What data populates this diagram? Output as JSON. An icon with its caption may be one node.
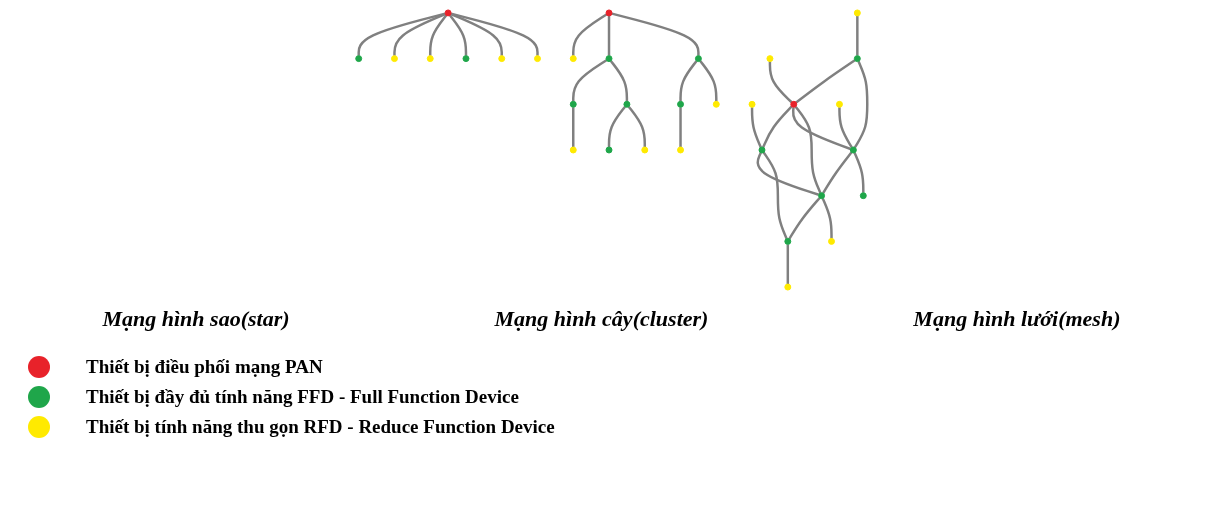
{
  "diagram": {
    "nodes": [
      {
        "text": [],
        "shape": "circle"
      },
      {
        "text": [],
        "shape": "circle"
      },
      {
        "text": [],
        "shape": "circle"
      },
      {
        "text": [],
        "shape": "circle"
      },
      {
        "text": [],
        "shape": "circle"
      },
      {
        "text": [],
        "shape": "circle"
      },
      {
        "text": [],
        "shape": "circle"
      },
      {
        "text": [],
        "shape": "circle"
      },
      {
        "text": [],
        "shape": "circle"
      },
      {
        "text": [],
        "shape": "circle"
      },
      {
        "text": [],
        "shape": "circle"
      },
      {
        "text": [],
        "shape": "circle"
      },
      {
        "text": [],
        "shape": "circle"
      },
      {
        "text": [],
        "shape": "circle"
      },
      {
        "text": [],
        "shape": "circle"
      },
      {
        "text": [],
        "shape": "circle"
      },
      {
        "text": [],
        "shape": "circle"
      },
      {
        "text": [],
        "shape": "circle"
      },
      {
        "text": [],
        "shape": "circle"
      },
      {
        "text": [],
        "shape": "circle"
      },
      {
        "text": [],
        "shape": "circle"
      },
      {
        "text": [],
        "shape": "circle"
      },
      {
        "text": [],
        "shape": "circle"
      },
      {
        "text": [],
        "shape": "circle"
      },
      {
        "text": [],
        "shape": "circle"
      },
      {
        "text": [],
        "shape": "circle"
      },
      {
        "text": [],
        "shape": "circle"
      },
      {
        "text": [],
        "shape": "circle"
      },
      {
        "text": [],
        "shape": "circle"
      },
      {
        "text": [],
        "shape": "circle"
      },
      {
        "text": [],
        "shape": "circle"
      },
      {
        "text": [],
        "shape": "circle"
      }
    ],
    "edges": [
      {
        "from": 3,
        "to": 0,
        "arrow": "none"
      },
      {
        "from": 3,
        "to": 1,
        "arrow": "none"
      },
      {
        "from": 3,
        "to": 2,
        "arrow": "none"
      },
      {
        "from": 3,
        "to": 4,
        "arrow": "none"
      },
      {
        "from": 3,
        "to": 5,
        "arrow": "none"
      },
      {
        "from": 3,
        "to": 6,
        "arrow": "none"
      },
      {
        "from": 7,
        "to": 8,
        "arrow": "none"
      },
      {
        "from": 7,
        "to": 9,
        "arrow": "none"
      },
      {
        "from": 7,
        "to": 10,
        "arrow": "none"
      },
      {
        "from": 9,
        "to": 11,
        "arrow": "none"
      },
      {
        "from": 9,
        "to": 12,
        "arrow": "none"
      },
      {
        "from": 10,
        "to": 13,
        "arrow": "none"
      },
      {
        "from": 10,
        "to": 14,
        "arrow": "none"
      },
      {
        "from": 11,
        "to": 15,
        "arrow": "none"
      },
      {
        "from": 12,
        "to": 16,
        "arrow": "none"
      },
      {
        "from": 12,
        "to": 17,
        "arrow": "none"
      },
      {
        "from": 13,
        "to": 18,
        "arrow": "none"
      },
      {
        "from": 19,
        "to": 22,
        "arrow": "none"
      },
      {
        "from": 20,
        "to": 23,
        "arrow": "none"
      },
      {
        "from": 21,
        "to": 24,
        "arrow": "none"
      },
      {
        "from": 24,
        "to": 22,
        "arrow": "none"
      },
      {
        "from": 22,
        "to": 23,
        "arrow": "none"
      },
      {
        "from": 24,
        "to": 26,
        "arrow": "none"
      },
      {
        "from": 22,
        "to": 26,
        "arrow": "none"
      },
      {
        "from": 22,
        "to": 27,
        "arrow": "none"
      },
      {
        "from": 23,
        "to": 27,
        "arrow": "none"
      },
      {
        "from": 23,
        "to": 28,
        "arrow": "none"
      },
      {
        "from": 25,
        "to": 26,
        "arrow": "none"
      },
      {
        "from": 26,
        "to": 27,
        "arrow": "none"
      },
      {
        "from": 27,
        "to": 28,
        "arrow": "none"
      },
      {
        "from": 26,
        "to": 29,
        "arrow": "none"
      },
      {
        "from": 27,
        "to": 30,
        "arrow": "none"
      },
      {
        "from": 28,
        "to": 31,
        "arrow": "none"
      }
    ],
    "labels": [
      "Mạng hình sao(star)",
      "Mạng hình cây(cluster)",
      "Mạng hình lưới(mesh)"
    ],
    "legend": [
      {
        "text": "Thiết bị điều phối mạng PAN",
        "color": "#e8222a"
      },
      {
        "text": "Thiết bị đầy đủ tính năng FFD - Full Function Device",
        "color": "#1fa64a"
      },
      {
        "text": "Thiết bị tính năng thu gọn RFD - Reduce Function Device",
        "color": "#ffea00"
      }
    ]
  }
}
